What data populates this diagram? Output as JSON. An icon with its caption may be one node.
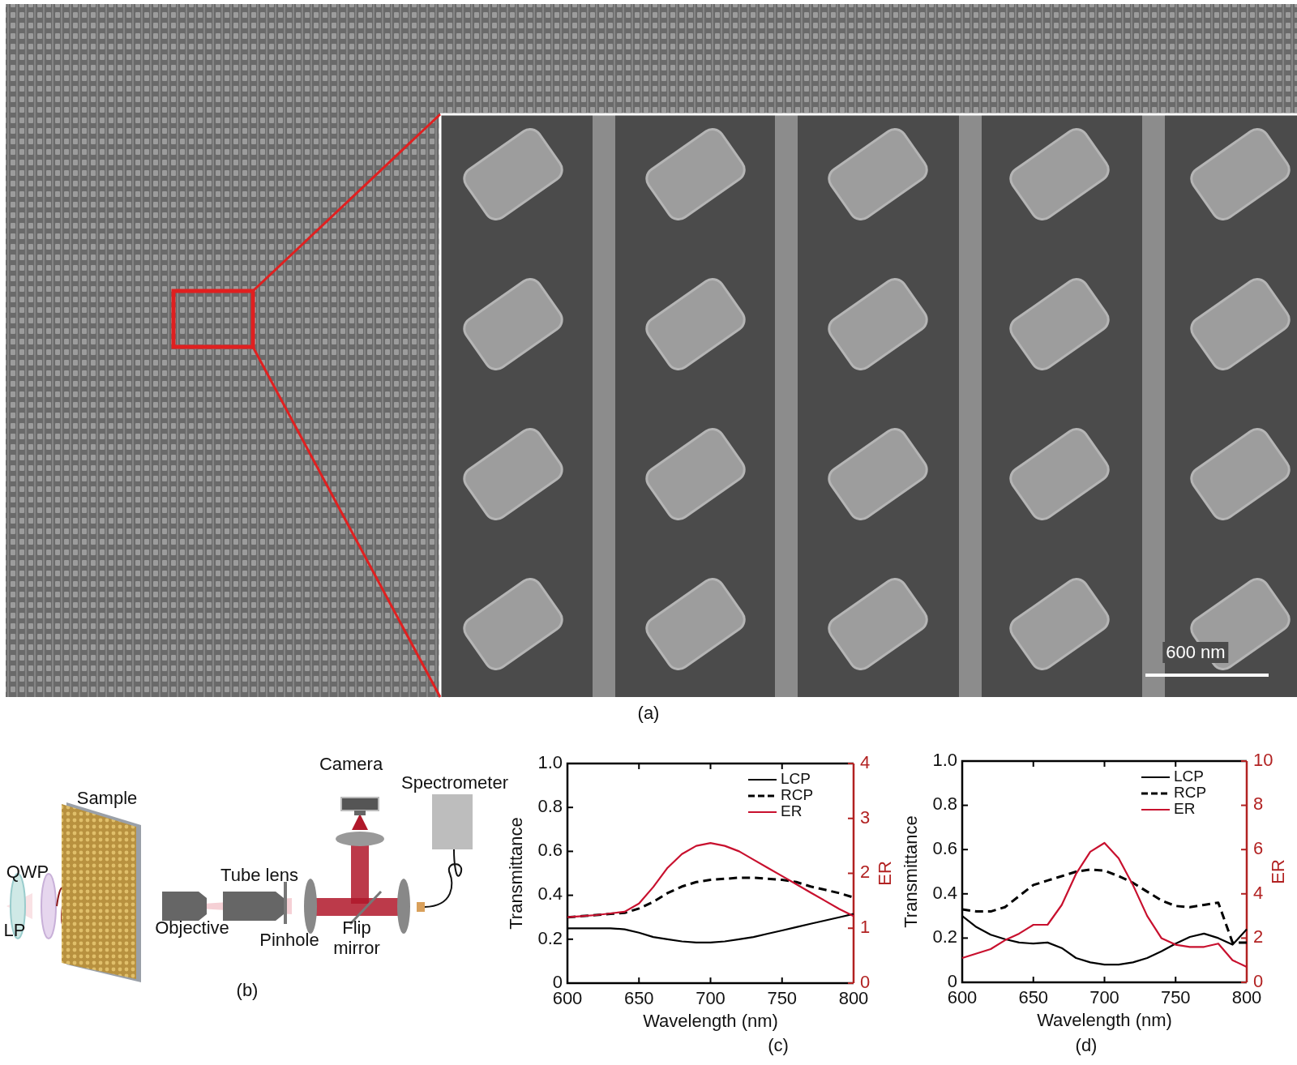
{
  "diagram": {
    "labels": [
      "600 nm",
      "(a)",
      "Sample",
      "QWP",
      "LP",
      "Tube lens",
      "Objective",
      "Pinhole",
      "Flip mirror",
      "Camera",
      "Spectrometer",
      "(b)",
      "(c)",
      "(d)"
    ],
    "chart_data": [
      {
        "type": "line",
        "xlabel": "Wavelength (nm)",
        "ylabel": "Transmittance",
        "y2label": "ER",
        "x": [
          600,
          610,
          620,
          630,
          640,
          650,
          660,
          670,
          680,
          690,
          700,
          710,
          720,
          730,
          740,
          750,
          760,
          770,
          780,
          790,
          800
        ],
        "xlim": [
          600,
          800
        ],
        "ylim": [
          0,
          1
        ],
        "y2lim": [
          0,
          4
        ],
        "xticks": [
          600,
          650,
          700,
          750,
          800
        ],
        "yticks": [
          {
            "value": 0,
            "label": "0"
          },
          {
            "value": 0.2,
            "label": "0.2"
          },
          {
            "value": 0.4,
            "label": "0.4"
          },
          {
            "value": 0.6,
            "label": "0.6"
          },
          {
            "value": 0.8,
            "label": "0.8"
          },
          {
            "value": 1,
            "label": "1.0"
          }
        ],
        "y2ticks": [
          0,
          1,
          2,
          3,
          4
        ],
        "legend": "upper right",
        "series": [
          {
            "name": "LCP",
            "color": "#000000",
            "values": [
              0.25,
              0.25,
              0.25,
              0.25,
              0.245,
              0.23,
              0.21,
              0.2,
              0.19,
              0.185,
              0.185,
              0.19,
              0.2,
              0.21,
              0.225,
              0.24,
              0.255,
              0.27,
              0.285,
              0.3,
              0.315
            ]
          },
          {
            "name": "RCP",
            "color": "#000000",
            "line_style": "dashed",
            "values": [
              0.3,
              0.305,
              0.31,
              0.315,
              0.32,
              0.34,
              0.37,
              0.41,
              0.44,
              0.46,
              0.47,
              0.475,
              0.48,
              0.48,
              0.475,
              0.47,
              0.46,
              0.44,
              0.425,
              0.41,
              0.39
            ]
          },
          {
            "name": "ER",
            "color": "#c8102e",
            "axis": "y2",
            "values": [
              1.2,
              1.22,
              1.24,
              1.27,
              1.3,
              1.45,
              1.75,
              2.1,
              2.35,
              2.5,
              2.55,
              2.5,
              2.4,
              2.25,
              2.1,
              1.95,
              1.8,
              1.65,
              1.5,
              1.35,
              1.22
            ]
          }
        ]
      },
      {
        "type": "line",
        "xlabel": "Wavelength (nm)",
        "ylabel": "Transmittance",
        "y2label": "ER",
        "x": [
          600,
          610,
          620,
          630,
          640,
          650,
          660,
          670,
          680,
          690,
          700,
          710,
          720,
          730,
          740,
          750,
          760,
          770,
          780,
          790,
          800
        ],
        "xlim": [
          600,
          800
        ],
        "ylim": [
          0,
          1
        ],
        "y2lim": [
          0,
          10
        ],
        "xticks": [
          600,
          650,
          700,
          750,
          800
        ],
        "yticks": [
          {
            "value": 0,
            "label": "0"
          },
          {
            "value": 0.2,
            "label": "0.2"
          },
          {
            "value": 0.4,
            "label": "0.4"
          },
          {
            "value": 0.6,
            "label": "0.6"
          },
          {
            "value": 0.8,
            "label": "0.8"
          },
          {
            "value": 1,
            "label": "1.0"
          }
        ],
        "y2ticks": [
          0,
          2,
          4,
          6,
          8,
          10
        ],
        "legend": "upper right",
        "series": [
          {
            "name": "LCP",
            "color": "#000000",
            "values": [
              0.3,
              0.25,
              0.215,
              0.195,
              0.18,
              0.175,
              0.18,
              0.155,
              0.11,
              0.09,
              0.08,
              0.08,
              0.09,
              0.11,
              0.14,
              0.175,
              0.205,
              0.22,
              0.2,
              0.17,
              0.24
            ]
          },
          {
            "name": "RCP",
            "color": "#000000",
            "line_style": "dashed",
            "values": [
              0.33,
              0.32,
              0.32,
              0.34,
              0.39,
              0.44,
              0.46,
              0.48,
              0.5,
              0.51,
              0.505,
              0.48,
              0.45,
              0.41,
              0.37,
              0.345,
              0.34,
              0.35,
              0.36,
              0.18,
              0.18
            ]
          },
          {
            "name": "ER",
            "color": "#c8102e",
            "axis": "y2",
            "values": [
              1.1,
              1.3,
              1.5,
              1.9,
              2.2,
              2.6,
              2.6,
              3.5,
              4.9,
              5.9,
              6.3,
              5.6,
              4.4,
              3.0,
              2.0,
              1.7,
              1.6,
              1.6,
              1.75,
              1.0,
              0.7
            ]
          }
        ]
      }
    ]
  }
}
